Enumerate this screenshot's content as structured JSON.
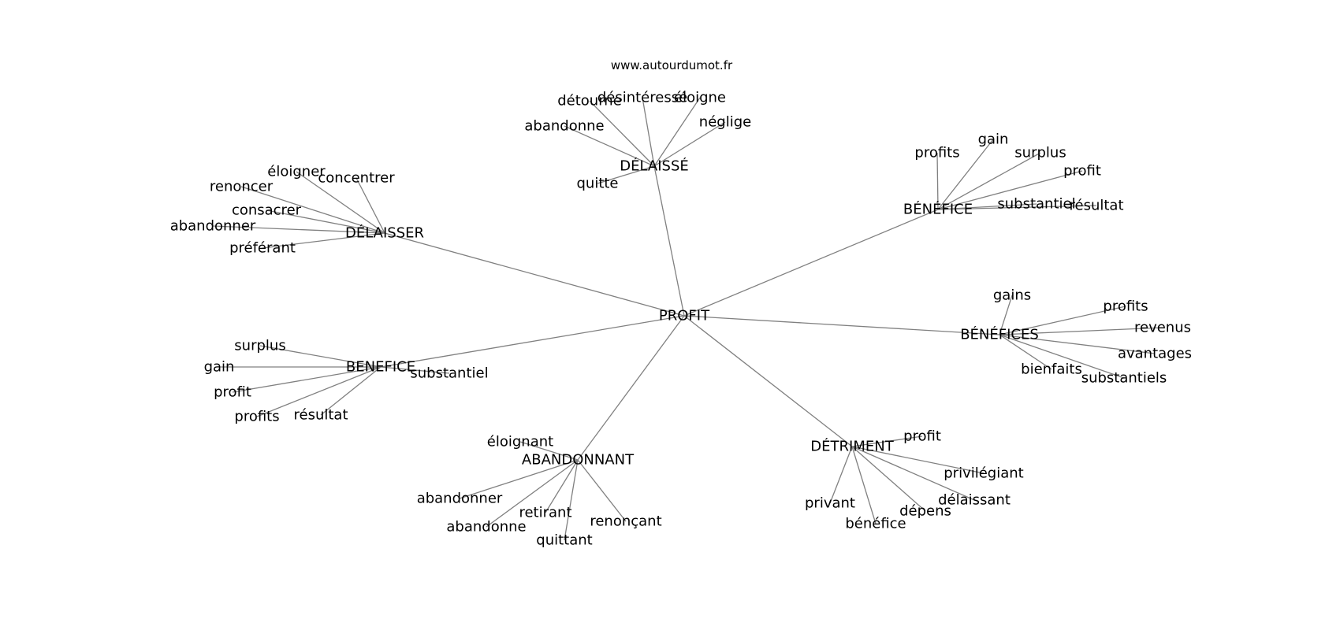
{
  "site_label": "www.autourdumot.fr",
  "center": "PROFIT",
  "clusters": [
    {
      "label": "DÉLAISSÉ",
      "words": [
        "détourne",
        "désintéressé",
        "éloigne",
        "néglige",
        "abandonne",
        "quitte"
      ]
    },
    {
      "label": "DÉLAISSER",
      "words": [
        "éloigner",
        "concentrer",
        "renoncer",
        "consacrer",
        "abandonner",
        "préférant"
      ]
    },
    {
      "label": "BÉNÉFICE",
      "words": [
        "profits",
        "gain",
        "surplus",
        "profit",
        "substantiel",
        "résultat"
      ]
    },
    {
      "label": "BÉNÉFICES",
      "words": [
        "gains",
        "profits",
        "revenus",
        "avantages",
        "bienfaits",
        "substantiels"
      ]
    },
    {
      "label": "BENEFICE",
      "words": [
        "surplus",
        "gain",
        "profit",
        "profits",
        "résultat",
        "substantiel"
      ]
    },
    {
      "label": "ABANDONNANT",
      "words": [
        "éloignant",
        "abandonner",
        "abandonne",
        "retirant",
        "quittant",
        "renonçant"
      ]
    },
    {
      "label": "DÉTRIMENT",
      "words": [
        "profit",
        "privilégiant",
        "délaissant",
        "dépens",
        "bénéfice",
        "privant"
      ]
    }
  ]
}
